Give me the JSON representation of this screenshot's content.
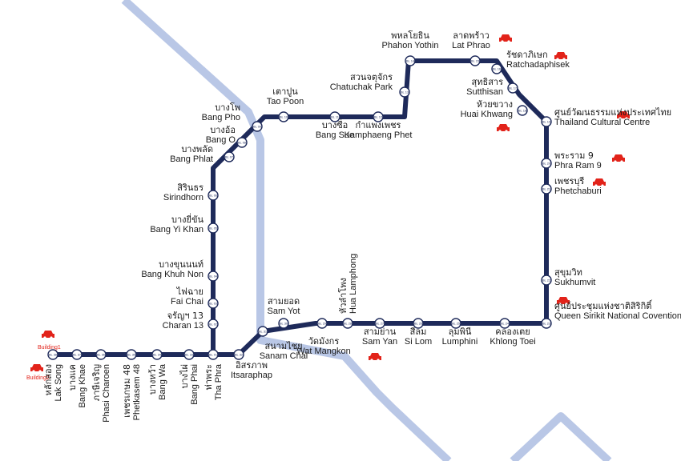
{
  "colors": {
    "line": "#1e2a5a",
    "background_line": "#b9c7e6",
    "station_fill": "#ffffff",
    "parking": "#e2231a"
  },
  "icons": {
    "parking": "car-icon"
  },
  "buildings": [
    "Building1",
    "Building2"
  ],
  "stations": [
    {
      "code": "BL 38",
      "th": "หลักสอง",
      "en": "Lak Song"
    },
    {
      "code": "BL 37",
      "th": "บางแค",
      "en": "Bang Khae"
    },
    {
      "code": "BL 36",
      "th": "ภาษีเจริญ",
      "en": "Phasi Charoen"
    },
    {
      "code": "BL 35",
      "th": "เพชรเกษม 48",
      "en": "Phetkasem 48"
    },
    {
      "code": "BL 34",
      "th": "บางหว้า",
      "en": "Bang Wa"
    },
    {
      "code": "BL 33",
      "th": "บางไผ่",
      "en": "Bang Phai"
    },
    {
      "code": "BL 01",
      "th": "ท่าพระ",
      "en": "Tha Phra"
    },
    {
      "code": "BL 02",
      "th": "จรัญฯ 13",
      "en": "Charan 13"
    },
    {
      "code": "BL 03",
      "th": "ไฟฉาย",
      "en": "Fai Chai"
    },
    {
      "code": "BL 04",
      "th": "บางขุนนนท์",
      "en": "Bang Khuh Non"
    },
    {
      "code": "BL 05",
      "th": "บางยี่ขัน",
      "en": "Bang Yi Khan"
    },
    {
      "code": "BL 06",
      "th": "สิรินธร",
      "en": "Sirindhorn"
    },
    {
      "code": "BL 07",
      "th": "บางพลัด",
      "en": "Bang Phlat"
    },
    {
      "code": "BL 08",
      "th": "บางอ้อ",
      "en": "Bang O"
    },
    {
      "code": "BL 09",
      "th": "บางโพ",
      "en": "Bang Pho"
    },
    {
      "code": "BL 10",
      "th": "เตาปูน",
      "en": "Tao Poon"
    },
    {
      "code": "BL 11",
      "th": "บางซื่อ",
      "en": "Bang Sue"
    },
    {
      "code": "BL 12",
      "th": "กำแพงเพชร",
      "en": "Kamphaeng Phet"
    },
    {
      "code": "BL 13",
      "th": "สวนจตุจักร",
      "en": "Chatuchak Park"
    },
    {
      "code": "BL 14",
      "th": "พหลโยธิน",
      "en": "Phahon Yothin"
    },
    {
      "code": "BL 15",
      "th": "ลาดพร้าว",
      "en": "Lat Phrao"
    },
    {
      "code": "BL 16",
      "th": "รัชดาภิเษก",
      "en": "Ratchadaphisek"
    },
    {
      "code": "BL 17",
      "th": "สุทธิสาร",
      "en": "Sutthisan"
    },
    {
      "code": "BL 18",
      "th": "ห้วยขวาง",
      "en": "Huai Khwang"
    },
    {
      "code": "BL 19",
      "th": "ศูนย์วัฒนธรรมแห่งประเทศไทย",
      "en": "Thailand Cultural Centre"
    },
    {
      "code": "BL 20",
      "th": "พระราม 9",
      "en": "Phra Ram 9"
    },
    {
      "code": "BL 21",
      "th": "เพชรบุรี",
      "en": "Phetchaburi"
    },
    {
      "code": "BL 22",
      "th": "สุขุมวิท",
      "en": "Sukhumvit"
    },
    {
      "code": "BL 23",
      "th": "ศูนย์ประชุมแห่งชาติสิริกิติ์",
      "en": "Queen Sirikit National Covention Centre"
    },
    {
      "code": "BL 24",
      "th": "คลองเตย",
      "en": "Khlong Toei"
    },
    {
      "code": "BL 25",
      "th": "ลุมพินี",
      "en": "Lumphini"
    },
    {
      "code": "BL 26",
      "th": "สีลม",
      "en": "Si Lom"
    },
    {
      "code": "BL 27",
      "th": "สามย่าน",
      "en": "Sam Yan"
    },
    {
      "code": "BL 28",
      "th": "หัวลำโพง",
      "en": "Hua Lamphong"
    },
    {
      "code": "BL 29",
      "th": "วัดมังกร",
      "en": "Wat Mangkon"
    },
    {
      "code": "BL 30",
      "th": "สามยอด",
      "en": "Sam Yot"
    },
    {
      "code": "BL 31",
      "th": "สนามไชย",
      "en": "Sanam Chai"
    },
    {
      "code": "BL 32",
      "th": "อิสรภาพ",
      "en": "Itsaraphap"
    }
  ]
}
